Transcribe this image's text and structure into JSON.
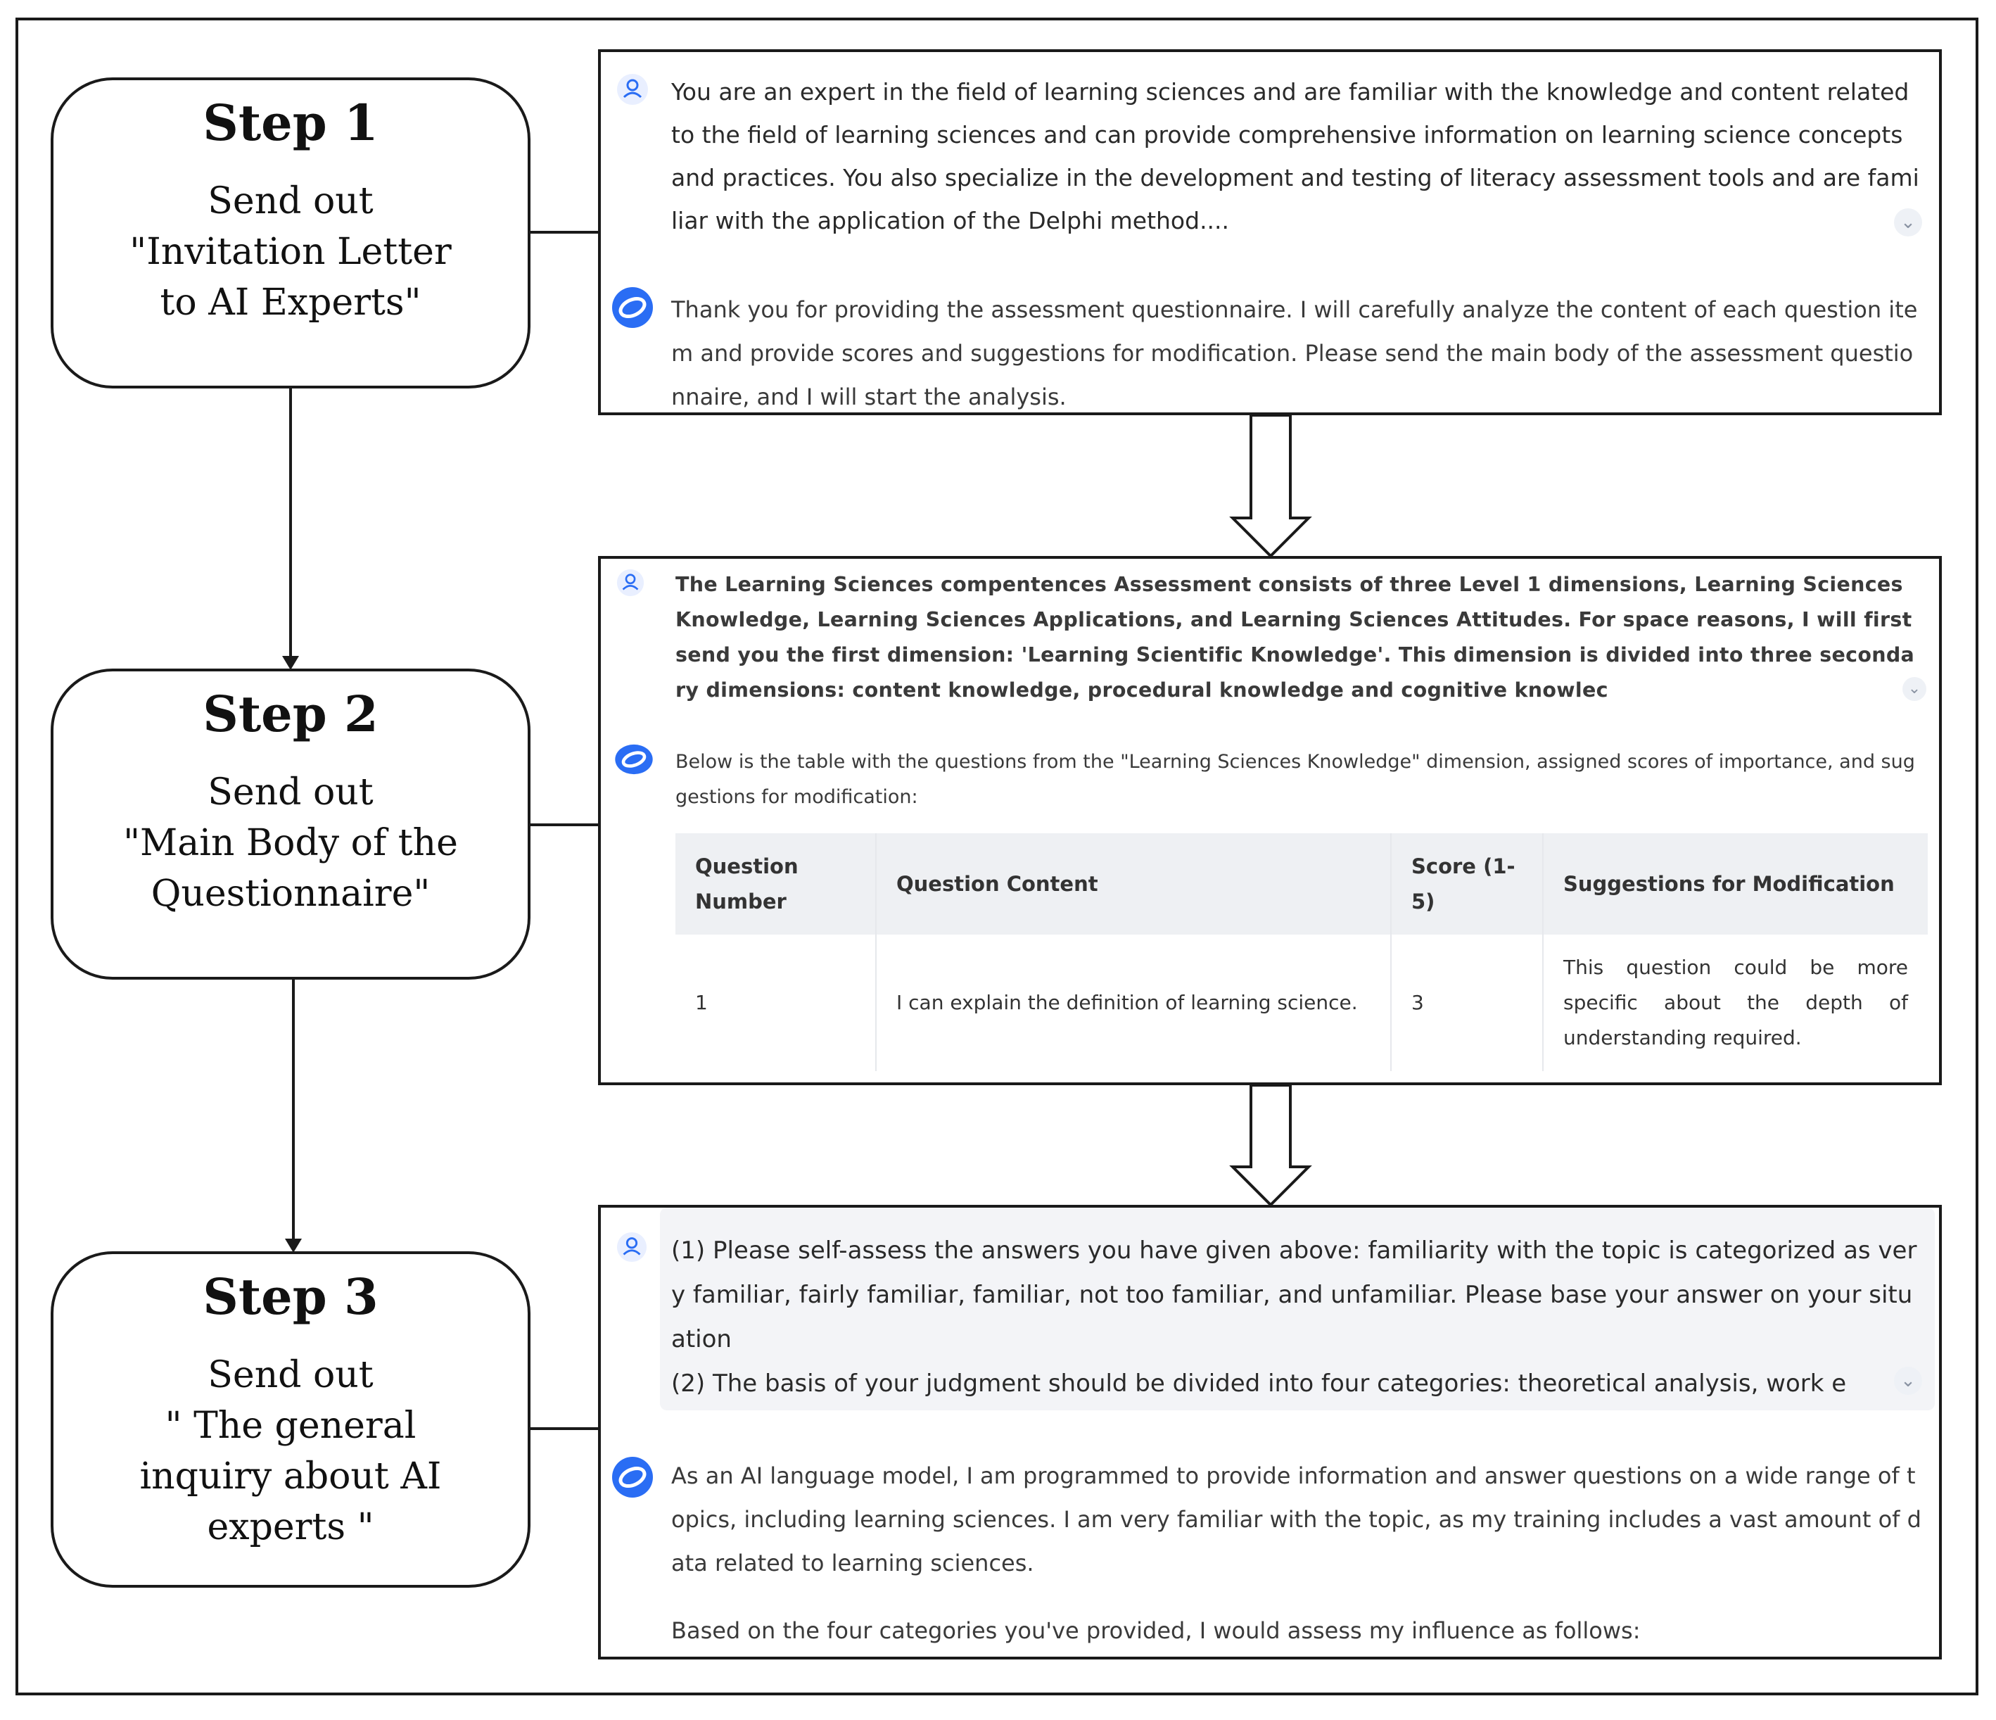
{
  "steps": [
    {
      "title": "Step 1",
      "body": "Send out\n\"Invitation  Letter\nto AI Experts\""
    },
    {
      "title": "Step 2",
      "body": "Send out\n\"Main Body of the\nQuestionnaire\""
    },
    {
      "title": "Step 3",
      "body": "Send out\n\" The general\ninquiry about AI\nexperts  \""
    }
  ],
  "panel1": {
    "user_message": "You are an expert in the field of learning sciences and are familiar with the knowledge and content related to the field of learning sciences and can provide comprehensive information on learning science concepts and practices. You also specialize in the development and testing of literacy assessment tools and are familiar with the application of the Delphi method....",
    "ai_message": "Thank you for providing the assessment questionnaire. I will carefully analyze the content of each question item and provide scores and suggestions for modification. Please send the main body of the assessment questionnaire, and I will start the analysis."
  },
  "panel2": {
    "user_message": "The Learning Sciences compentences Assessment consists of three Level 1 dimensions, Learning Sciences Knowledge, Learning Sciences Applications, and Learning Sciences Attitudes. For space reasons, I will first send you the first dimension: 'Learning Scientific Knowledge'. This dimension is divided into three secondary dimensions: content knowledge, procedural knowledge and cognitive knowlec",
    "ai_message": "Below is the table with the questions from the \"Learning Sciences Knowledge\" dimension, assigned scores of importance, and suggestions for modification:",
    "table": {
      "headers": [
        "Question Number",
        "Question Content",
        "Score (1-5)",
        "Suggestions for Modification"
      ],
      "rows": [
        [
          "1",
          "I can explain the definition of learning science.",
          "3",
          "This question could be more specific about the depth of understanding required."
        ]
      ]
    }
  },
  "panel3": {
    "user_message": "(1) Please self-assess the answers you have given above: familiarity with the topic is categorized as very familiar, fairly familiar, familiar, not too familiar, and unfamiliar. Please base your answer on your situation\n(2) The basis of your judgment should be divided into four categories: theoretical analysis, work e",
    "ai_message": "As an AI language model, I am programmed to provide information and answer questions on a wide range of topics, including learning sciences. I am very familiar with the topic, as my training includes a vast amount of data related to learning sciences.",
    "ai_message_2": "Based on the four categories you've provided, I would assess my influence as follows:"
  },
  "icons": {
    "user": "user-avatar-icon",
    "ai": "ai-logo-icon",
    "collapse": "chevron-down-icon"
  },
  "colors": {
    "accent_blue": "#2a6df4",
    "border": "#1a1a1a",
    "table_header_bg": "#eef0f3",
    "bubble_bg": "#f3f4f7"
  }
}
